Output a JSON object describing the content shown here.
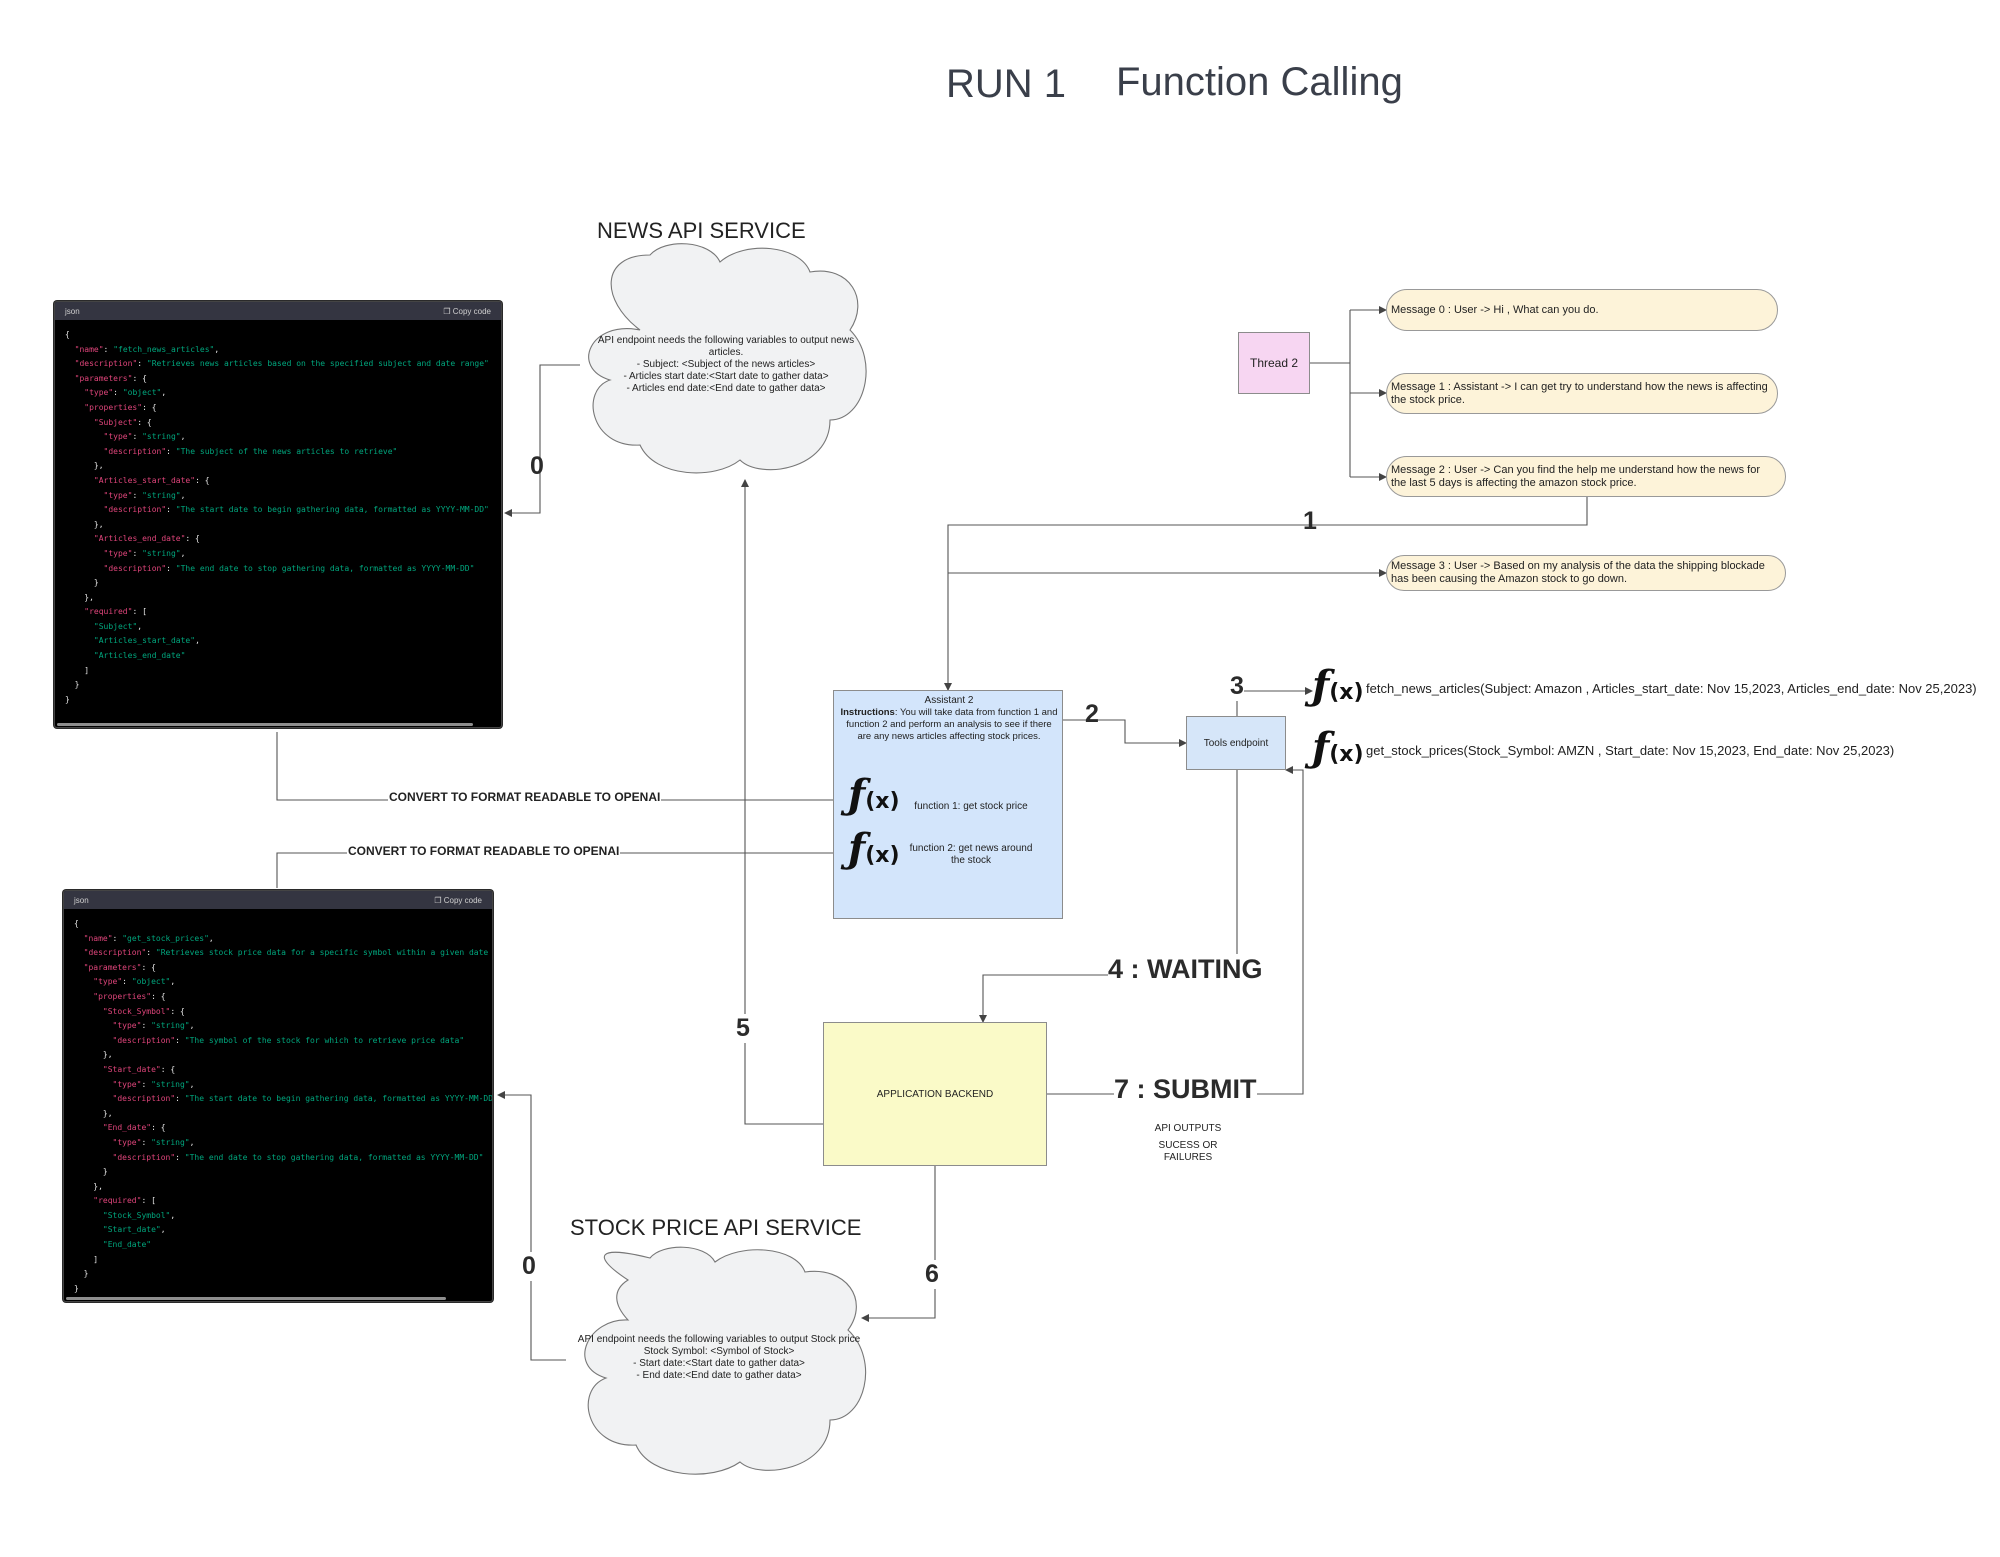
{
  "header": {
    "run": "RUN 1",
    "title": "Function Calling"
  },
  "news_service": {
    "title": "NEWS API SERVICE",
    "lines": [
      "API endpoint needs the following variables to output news",
      "articles.",
      "- Subject: <Subject of the news articles>",
      "- Articles start date:<Start date to gather data>",
      "- Articles end date:<End date to gather data>"
    ]
  },
  "stock_service": {
    "title": "STOCK PRICE API SERVICE",
    "lines": [
      "API endpoint needs the following variables to output Stock price",
      "Stock Symbol: <Symbol of Stock>",
      "- Start date:<Start date to gather data>",
      "- End date:<End date to gather data>"
    ]
  },
  "code_blocks": [
    {
      "lang": "json",
      "copy_label": "Copy code",
      "lines": [
        [
          [
            "p",
            "{"
          ]
        ],
        [
          [
            "p",
            "  "
          ],
          [
            "k",
            "\"name\""
          ],
          [
            "p",
            ": "
          ],
          [
            "s",
            "\"fetch_news_articles\""
          ],
          [
            "p",
            ","
          ]
        ],
        [
          [
            "p",
            "  "
          ],
          [
            "k",
            "\"description\""
          ],
          [
            "p",
            ": "
          ],
          [
            "s",
            "\"Retrieves news articles based on the specified subject and date range\""
          ]
        ],
        [
          [
            "p",
            "  "
          ],
          [
            "k",
            "\"parameters\""
          ],
          [
            "p",
            ": {"
          ]
        ],
        [
          [
            "p",
            "    "
          ],
          [
            "k",
            "\"type\""
          ],
          [
            "p",
            ": "
          ],
          [
            "s",
            "\"object\""
          ],
          [
            "p",
            ","
          ]
        ],
        [
          [
            "p",
            "    "
          ],
          [
            "k",
            "\"properties\""
          ],
          [
            "p",
            ": {"
          ]
        ],
        [
          [
            "p",
            "      "
          ],
          [
            "k",
            "\"Subject\""
          ],
          [
            "p",
            ": {"
          ]
        ],
        [
          [
            "p",
            "        "
          ],
          [
            "k",
            "\"type\""
          ],
          [
            "p",
            ": "
          ],
          [
            "s",
            "\"string\""
          ],
          [
            "p",
            ","
          ]
        ],
        [
          [
            "p",
            "        "
          ],
          [
            "k",
            "\"description\""
          ],
          [
            "p",
            ": "
          ],
          [
            "s",
            "\"The subject of the news articles to retrieve\""
          ]
        ],
        [
          [
            "p",
            "      },"
          ]
        ],
        [
          [
            "p",
            "      "
          ],
          [
            "k",
            "\"Articles_start_date\""
          ],
          [
            "p",
            ": {"
          ]
        ],
        [
          [
            "p",
            "        "
          ],
          [
            "k",
            "\"type\""
          ],
          [
            "p",
            ": "
          ],
          [
            "s",
            "\"string\""
          ],
          [
            "p",
            ","
          ]
        ],
        [
          [
            "p",
            "        "
          ],
          [
            "k",
            "\"description\""
          ],
          [
            "p",
            ": "
          ],
          [
            "s",
            "\"The start date to begin gathering data, formatted as YYYY-MM-DD\""
          ]
        ],
        [
          [
            "p",
            "      },"
          ]
        ],
        [
          [
            "p",
            "      "
          ],
          [
            "k",
            "\"Articles_end_date\""
          ],
          [
            "p",
            ": {"
          ]
        ],
        [
          [
            "p",
            "        "
          ],
          [
            "k",
            "\"type\""
          ],
          [
            "p",
            ": "
          ],
          [
            "s",
            "\"string\""
          ],
          [
            "p",
            ","
          ]
        ],
        [
          [
            "p",
            "        "
          ],
          [
            "k",
            "\"description\""
          ],
          [
            "p",
            ": "
          ],
          [
            "s",
            "\"The end date to stop gathering data, formatted as YYYY-MM-DD\""
          ]
        ],
        [
          [
            "p",
            "      }"
          ]
        ],
        [
          [
            "p",
            "    },"
          ]
        ],
        [
          [
            "p",
            "    "
          ],
          [
            "k",
            "\"required\""
          ],
          [
            "p",
            ": ["
          ]
        ],
        [
          [
            "p",
            "      "
          ],
          [
            "s",
            "\"Subject\""
          ],
          [
            "p",
            ","
          ]
        ],
        [
          [
            "p",
            "      "
          ],
          [
            "s",
            "\"Articles_start_date\""
          ],
          [
            "p",
            ","
          ]
        ],
        [
          [
            "p",
            "      "
          ],
          [
            "s",
            "\"Articles_end_date\""
          ]
        ],
        [
          [
            "p",
            "    ]"
          ]
        ],
        [
          [
            "p",
            "  }"
          ]
        ],
        [
          [
            "p",
            "}"
          ]
        ]
      ]
    },
    {
      "lang": "json",
      "copy_label": "Copy code",
      "lines": [
        [
          [
            "p",
            "{"
          ]
        ],
        [
          [
            "p",
            "  "
          ],
          [
            "k",
            "\"name\""
          ],
          [
            "p",
            ": "
          ],
          [
            "s",
            "\"get_stock_prices\""
          ],
          [
            "p",
            ","
          ]
        ],
        [
          [
            "p",
            "  "
          ],
          [
            "k",
            "\"description\""
          ],
          [
            "p",
            ": "
          ],
          [
            "s",
            "\"Retrieves stock price data for a specific symbol within a given date range\""
          ]
        ],
        [
          [
            "p",
            "  "
          ],
          [
            "k",
            "\"parameters\""
          ],
          [
            "p",
            ": {"
          ]
        ],
        [
          [
            "p",
            "    "
          ],
          [
            "k",
            "\"type\""
          ],
          [
            "p",
            ": "
          ],
          [
            "s",
            "\"object\""
          ],
          [
            "p",
            ","
          ]
        ],
        [
          [
            "p",
            "    "
          ],
          [
            "k",
            "\"properties\""
          ],
          [
            "p",
            ": {"
          ]
        ],
        [
          [
            "p",
            "      "
          ],
          [
            "k",
            "\"Stock_Symbol\""
          ],
          [
            "p",
            ": {"
          ]
        ],
        [
          [
            "p",
            "        "
          ],
          [
            "k",
            "\"type\""
          ],
          [
            "p",
            ": "
          ],
          [
            "s",
            "\"string\""
          ],
          [
            "p",
            ","
          ]
        ],
        [
          [
            "p",
            "        "
          ],
          [
            "k",
            "\"description\""
          ],
          [
            "p",
            ": "
          ],
          [
            "s",
            "\"The symbol of the stock for which to retrieve price data\""
          ]
        ],
        [
          [
            "p",
            "      },"
          ]
        ],
        [
          [
            "p",
            "      "
          ],
          [
            "k",
            "\"Start_date\""
          ],
          [
            "p",
            ": {"
          ]
        ],
        [
          [
            "p",
            "        "
          ],
          [
            "k",
            "\"type\""
          ],
          [
            "p",
            ": "
          ],
          [
            "s",
            "\"string\""
          ],
          [
            "p",
            ","
          ]
        ],
        [
          [
            "p",
            "        "
          ],
          [
            "k",
            "\"description\""
          ],
          [
            "p",
            ": "
          ],
          [
            "s",
            "\"The start date to begin gathering data, formatted as YYYY-MM-DD\""
          ]
        ],
        [
          [
            "p",
            "      },"
          ]
        ],
        [
          [
            "p",
            "      "
          ],
          [
            "k",
            "\"End_date\""
          ],
          [
            "p",
            ": {"
          ]
        ],
        [
          [
            "p",
            "        "
          ],
          [
            "k",
            "\"type\""
          ],
          [
            "p",
            ": "
          ],
          [
            "s",
            "\"string\""
          ],
          [
            "p",
            ","
          ]
        ],
        [
          [
            "p",
            "        "
          ],
          [
            "k",
            "\"description\""
          ],
          [
            "p",
            ": "
          ],
          [
            "s",
            "\"The end date to stop gathering data, formatted as YYYY-MM-DD\""
          ]
        ],
        [
          [
            "p",
            "      }"
          ]
        ],
        [
          [
            "p",
            "    },"
          ]
        ],
        [
          [
            "p",
            "    "
          ],
          [
            "k",
            "\"required\""
          ],
          [
            "p",
            ": ["
          ]
        ],
        [
          [
            "p",
            "      "
          ],
          [
            "s",
            "\"Stock_Symbol\""
          ],
          [
            "p",
            ","
          ]
        ],
        [
          [
            "p",
            "      "
          ],
          [
            "s",
            "\"Start_date\""
          ],
          [
            "p",
            ","
          ]
        ],
        [
          [
            "p",
            "      "
          ],
          [
            "s",
            "\"End_date\""
          ]
        ],
        [
          [
            "p",
            "    ]"
          ]
        ],
        [
          [
            "p",
            "  }"
          ]
        ],
        [
          [
            "p",
            "}"
          ]
        ]
      ]
    }
  ],
  "thread": {
    "label": "Thread 2"
  },
  "messages": [
    "Message 0 : User -> Hi , What can you do.",
    "Message 1 : Assistant -> I can get try to understand how the news is affecting the stock price.",
    "Message 2 : User -> Can you find the help me understand how the news for the last 5 days is affecting the amazon stock price.",
    "Message 3 : User -> Based on my analysis of the data the shipping blockade has been causing the Amazon stock to go down."
  ],
  "assistant": {
    "title": "Assistant 2",
    "instructions_label": "Instructions",
    "instructions_text": ": You will take data from function 1 and function 2 and perform an analysis to see if there are any news articles affecting stock prices.",
    "function1": "function 1: get stock price",
    "function2": "function 2: get news around the stock"
  },
  "tools": {
    "label": "Tools endpoint"
  },
  "calls": [
    "fetch_news_articles(Subject: Amazon  , Articles_start_date: Nov 15,2023, Articles_end_date: Nov 25,2023)",
    "get_stock_prices(Stock_Symbol: AMZN , Start_date: Nov 15,2023, End_date: Nov 25,2023)"
  ],
  "backend": {
    "label": "APPLICATION BACKEND",
    "outputs_label": "API OUTPUTS",
    "outputs_status_1": "SUCESS OR",
    "outputs_status_2": "FAILURES"
  },
  "convert_label": "CONVERT TO FORMAT READABLE TO OPENAI",
  "steps": {
    "s0": "0",
    "s1": "1",
    "s2": "2",
    "s3": "3",
    "s4": "4 : WAITING",
    "s5": "5",
    "s6": "6",
    "s7": "7 : SUBMIT"
  },
  "fx_symbol": "ƒ",
  "fx_arg": "(x)",
  "colors": {
    "message_fill": "#fdf3d9",
    "thread_fill": "#f7d6f2",
    "assistant_fill": "#d3e5fb",
    "tools_fill": "#d6e6f9",
    "backend_fill": "#fafac8",
    "cloud_fill": "#f1f2f3"
  }
}
